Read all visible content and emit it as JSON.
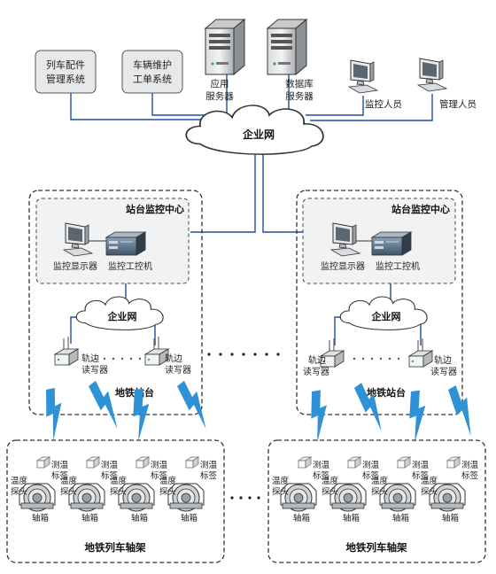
{
  "top": {
    "systems": [
      {
        "line1": "列车配件",
        "line2": "管理系统"
      },
      {
        "line1": "车辆维护",
        "line2": "工单系统"
      }
    ],
    "servers": [
      {
        "line1": "应用",
        "line2": "服务器"
      },
      {
        "line1": "数据库",
        "line2": "服务器"
      }
    ],
    "users": [
      {
        "label": "监控人员"
      },
      {
        "label": "管理人员"
      }
    ],
    "cloud_label": "企业网"
  },
  "station": {
    "center_title": "站台监控中心",
    "display_label": "监控显示器",
    "ipc_label": "监控工控机",
    "cloud_label": "企业网",
    "reader_line1": "轨边",
    "reader_line2": "读写器",
    "station_label": "地铁站台"
  },
  "axle": {
    "probe_line1": "温度",
    "probe_line2": "探头",
    "tag_line1": "测温",
    "tag_line2": "标签",
    "box_label": "轴箱",
    "group_label": "地铁列车轴架"
  },
  "colors": {
    "line": "#1e4f9c",
    "wireless": "#2f92d6",
    "panel": "#f1f2f3",
    "dash": "#333333"
  }
}
